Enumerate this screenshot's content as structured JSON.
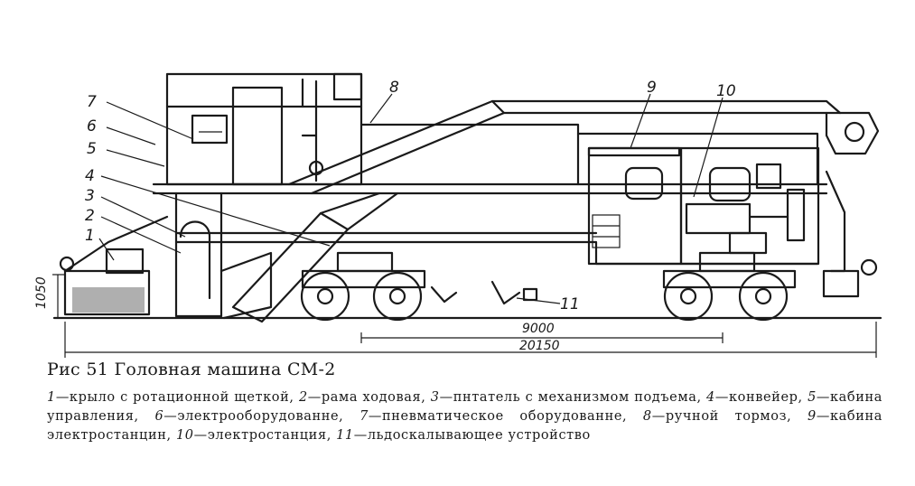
{
  "figure": {
    "title": "Рис 51 Головная машина СМ-2",
    "callouts": [
      "1",
      "2",
      "3",
      "4",
      "5",
      "6",
      "7",
      "8",
      "9",
      "10",
      "11"
    ],
    "dimensions": {
      "height": "1050",
      "wheelbase": "9000",
      "length": "20150"
    },
    "legend": [
      {
        "num": "1",
        "text": "—крыло с ротационной щеткой, "
      },
      {
        "num": "2",
        "text": "—рама ходовая, "
      },
      {
        "num": "3",
        "text": "—пнтатель с механизмом подъема, "
      },
      {
        "num": "4",
        "text": "—конвейер, "
      },
      {
        "num": "5",
        "text": "—кабина управления, "
      },
      {
        "num": "6",
        "text": "—электрооборудованне, "
      },
      {
        "num": "7",
        "text": "—пневматическое оборудованне, "
      },
      {
        "num": "8",
        "text": "—ручной тормоз, "
      },
      {
        "num": "9",
        "text": "—кабина электростанцин, "
      },
      {
        "num": "10",
        "text": "—электростанция, "
      },
      {
        "num": "11",
        "text": "—льдоскалывающее устройство"
      }
    ]
  }
}
